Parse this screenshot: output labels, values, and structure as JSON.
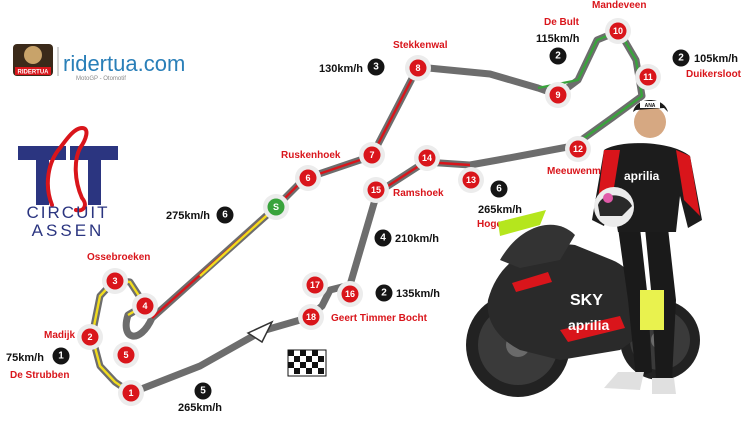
{
  "brand": {
    "site_name": "ridertua.com",
    "tagline": "MotoGP - Otomotif",
    "logo_badge_text": "RIDERTUA",
    "site_color": "#2a7fb8",
    "tagline_color": "#8a8a8a"
  },
  "circuit_logo": {
    "line1": "CIRCUIT",
    "line2": "ASSEN",
    "color": "#2b3580",
    "accent": "#d9151b"
  },
  "colors": {
    "track_gray": "#6d6d6d",
    "sector_red": "#d9151b",
    "sector_yellow": "#f1dc1e",
    "sector_green": "#39a33c",
    "corner_fill": "#d9151b",
    "speed_fill": "#151515"
  },
  "corners": [
    {
      "num": "1",
      "name": ""
    },
    {
      "num": "2",
      "name": "Madijk"
    },
    {
      "num": "3",
      "name": "Ossebroeken"
    },
    {
      "num": "4",
      "name": ""
    },
    {
      "num": "5",
      "name": ""
    },
    {
      "num": "S",
      "name": ""
    },
    {
      "num": "6",
      "name": "Ruskenhoek"
    },
    {
      "num": "7",
      "name": ""
    },
    {
      "num": "8",
      "name": "Stekkenwal"
    },
    {
      "num": "9",
      "name": "De Bult"
    },
    {
      "num": "10",
      "name": "Mandeveen"
    },
    {
      "num": "11",
      "name": "Duikersloot"
    },
    {
      "num": "12",
      "name": "Meeuwenmeer"
    },
    {
      "num": "13",
      "name": "Hoge Heide"
    },
    {
      "num": "14",
      "name": ""
    },
    {
      "num": "15",
      "name": "Ramshoek"
    },
    {
      "num": "16",
      "name": "Geert Timmer Bocht"
    },
    {
      "num": "17",
      "name": ""
    },
    {
      "num": "18",
      "name": ""
    }
  ],
  "speeds": [
    {
      "gear": "1",
      "speed": "75km/h",
      "corner": "De Strubben"
    },
    {
      "gear": "2",
      "speed": "115km/h"
    },
    {
      "gear": "2",
      "speed": "105km/h"
    },
    {
      "gear": "3",
      "speed": "130km/h"
    },
    {
      "gear": "6",
      "speed": "275km/h"
    },
    {
      "gear": "6",
      "speed": "265km/h"
    },
    {
      "gear": "4",
      "speed": "210km/h"
    },
    {
      "gear": "2",
      "speed": "135km/h"
    },
    {
      "gear": "5",
      "speed": "265km/h"
    }
  ],
  "rider": {
    "helmet_badge": "ANA",
    "sponsor_1": "aprilia",
    "sponsor_2": "SKY",
    "bike_brand": "aprilia"
  }
}
